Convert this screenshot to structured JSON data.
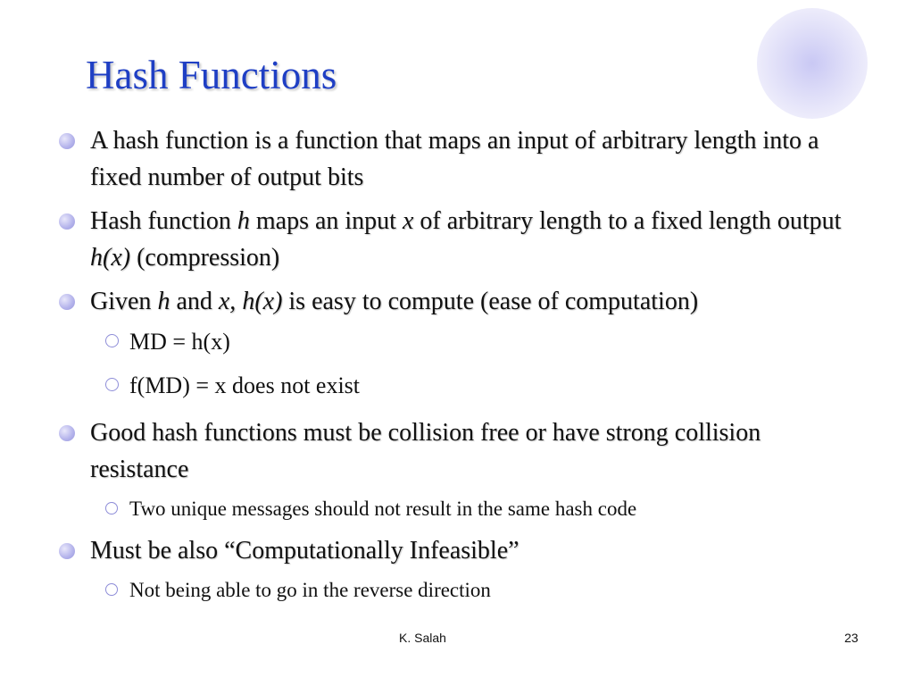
{
  "slide": {
    "title": "Hash Functions",
    "footer_author": "K. Salah",
    "page_number": "23",
    "accent_color": "#1f3fc4",
    "bullets": [
      {
        "text": "A hash function is a function that maps an input of arbitrary length into a fixed number of output bits"
      },
      {
        "t1": "Hash function ",
        "h": "h",
        "t2": " maps an input ",
        "x": "x",
        "t3": " of arbitrary length to a fixed length output ",
        "hx": "h(x)",
        "t4": " (compression)"
      },
      {
        "t1": "Given ",
        "h": "h",
        "t2": " and ",
        "x": "x,",
        "t3": " ",
        "hx": "h(x)",
        "t4": " is easy to compute (ease of computation)",
        "sub": [
          "MD = h(x)",
          "f(MD) = x does not exist"
        ]
      },
      {
        "text": "Good hash functions must be collision free or have strong collision resistance",
        "sub": [
          "Two unique messages should not result in the same hash code"
        ]
      },
      {
        "text": "Must be also “Computationally Infeasible”",
        "sub": [
          "Not being able to go in the reverse direction"
        ]
      }
    ]
  }
}
